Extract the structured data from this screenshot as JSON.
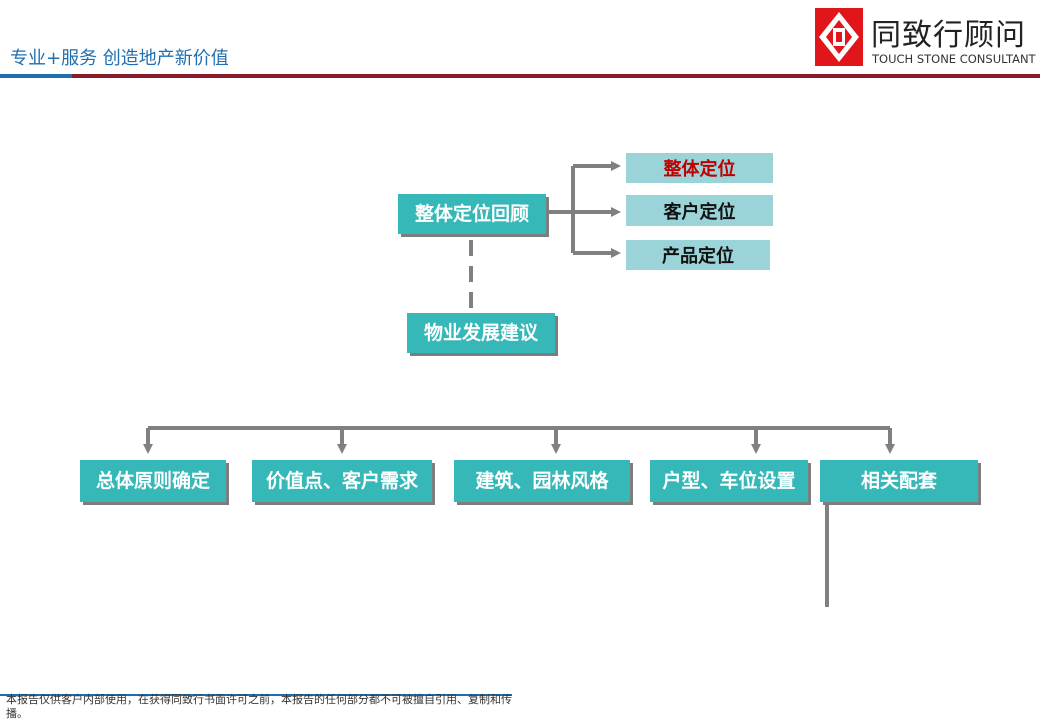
{
  "header": {
    "slogan": "专业+服务   创造地产新价值",
    "logo_cn": "同致行顾问",
    "logo_en": "TOUCH STONE CONSULTANT"
  },
  "diagram": {
    "review_box": "整体定位回顾",
    "positioning_items": [
      "整体定位",
      "客户定位",
      "产品定位"
    ],
    "advice_box": "物业发展建议",
    "advice_items": [
      "总体原则确定",
      "价值点、客户需求",
      "建筑、园林风格",
      "户型、车位设置",
      "相关配套"
    ]
  },
  "colors": {
    "box": "#36b7b8",
    "sub_box": "#9ad4d8",
    "highlight_text": "#c00000",
    "connector": "#808080",
    "brand_red": "#8b1a2b",
    "brand_blue": "#1f6fb0"
  },
  "footer": {
    "note": "本报告仅供客户内部使用，在获得同致行书面许可之前，本报告的任何部分都不可被擅自引用、复制和传播。"
  }
}
